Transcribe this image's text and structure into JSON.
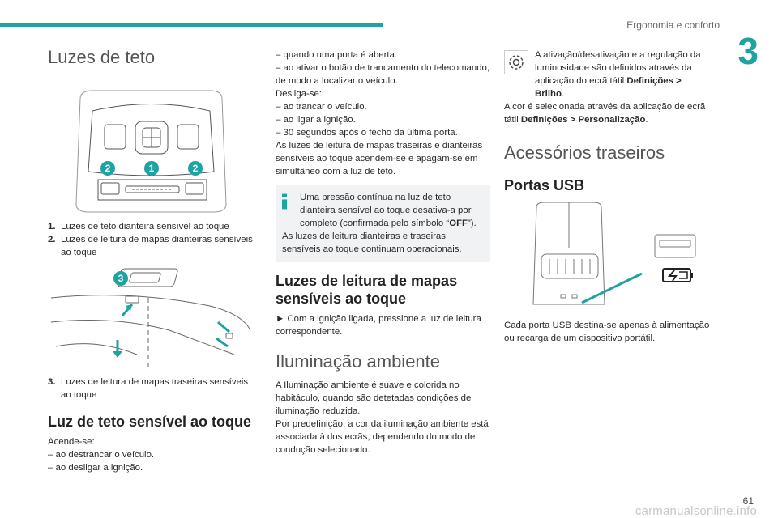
{
  "header": {
    "section": "Ergonomia e conforto",
    "chapter": "3",
    "page": "61",
    "accent_color": "#1ea3a3"
  },
  "watermark": "carmanualsonline.info",
  "col1": {
    "title": "Luzes de teto",
    "fig1_callouts": [
      "2",
      "1",
      "2"
    ],
    "list1": [
      {
        "n": "1.",
        "text": "Luzes de teto dianteira sensível ao toque"
      },
      {
        "n": "2.",
        "text": "Luzes de leitura de mapas dianteiras sensíveis ao toque"
      }
    ],
    "fig2_callout": "3",
    "list2": [
      {
        "n": "3.",
        "text": "Luzes de leitura de mapas traseiras sensíveis ao toque"
      }
    ],
    "h2": "Luz de teto sensível ao toque",
    "p1": "Acende-se:",
    "p2": "–  ao destrancar o veículo.",
    "p3": "–  ao desligar a ignição."
  },
  "col2": {
    "p1": "–  quando uma porta é aberta.",
    "p2": "–  ao ativar o botão de trancamento do telecomando, de modo a localizar o veículo.",
    "p3": "Desliga-se:",
    "p4": "–  ao trancar o veículo.",
    "p5": "–  ao ligar a ignição.",
    "p6": "–  30 segundos após o fecho da última porta.",
    "p7": "As luzes de leitura de mapas traseiras e dianteiras sensíveis ao toque acendem-se e apagam-se em simultâneo com a luz de teto.",
    "info_a": "Uma pressão contínua na luz de teto dianteira sensível ao toque desativa-a por completo (confirmada pelo símbolo “",
    "info_off": "OFF",
    "info_b": "”).",
    "info_c": "As luzes de leitura dianteiras e traseiras sensíveis ao toque continuam operacionais.",
    "h_bold": "Luzes de leitura de mapas sensíveis ao toque",
    "p8": "► Com a ignição ligada, pressione a luz de leitura correspondente.",
    "h_light": "Iluminação ambiente",
    "p9": "A Iluminação ambiente é suave e colorida no habitáculo, quando são detetadas condições de iluminação reduzida.",
    "p10": "Por predefinição, a cor da iluminação ambiente está associada à dos ecrãs, dependendo do modo de condução selecionado."
  },
  "col3": {
    "g1": "A ativação/desativação e a regulação da luminosidade são definidos através da aplicação do ecrã tátil ",
    "g1b": "Definições > Brilho",
    "g1c": ".",
    "g2": "A cor é selecionada através da aplicação de ecrã tátil ",
    "g2b": "Definições > Personalização",
    "g2c": ".",
    "title": "Acessórios traseiros",
    "h_bold": "Portas USB",
    "p1": "Cada porta USB destina-se apenas à alimentação ou recarga de um dispositivo portátil."
  }
}
